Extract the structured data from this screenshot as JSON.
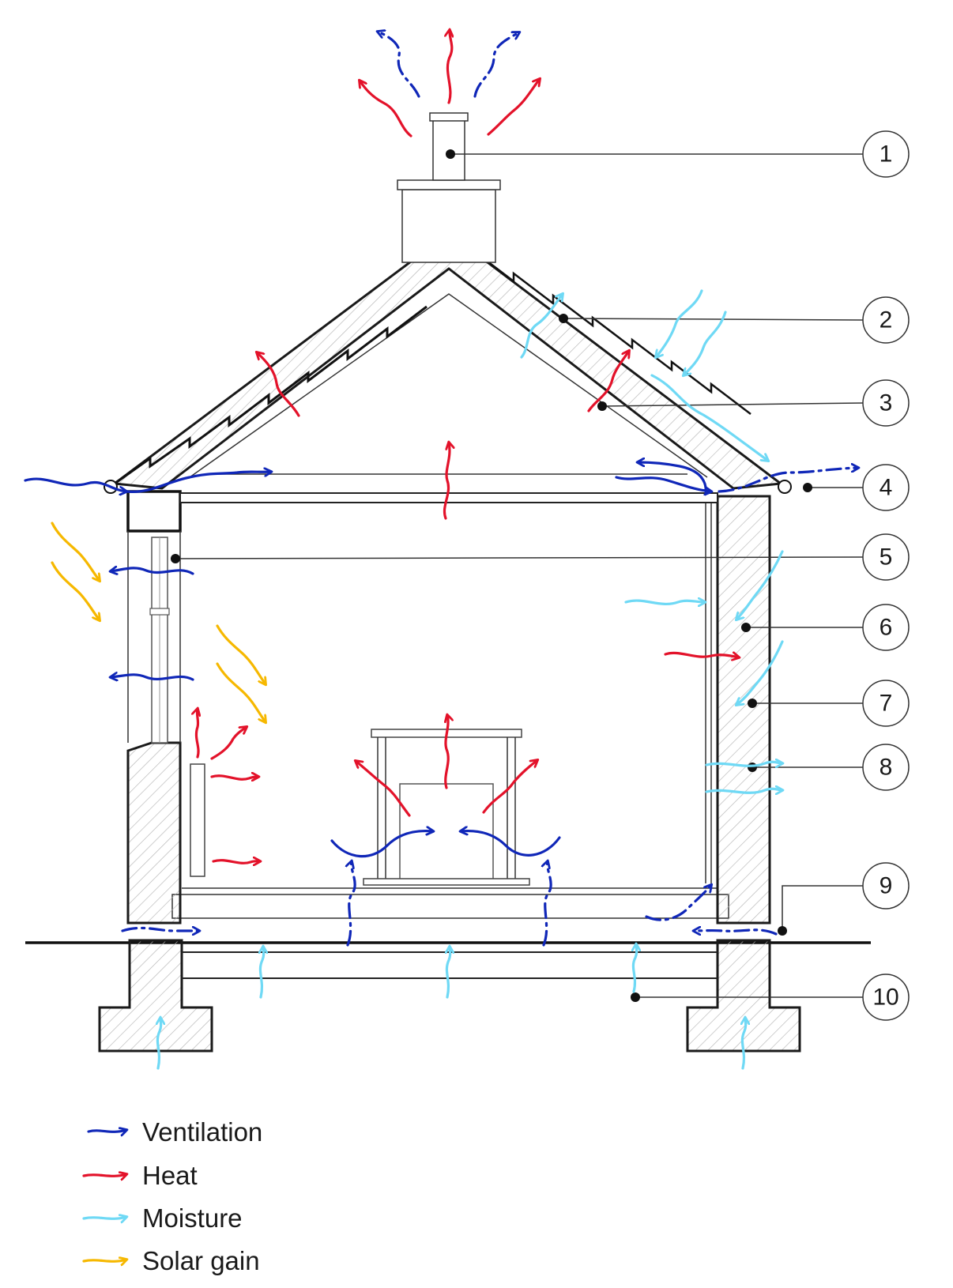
{
  "colors": {
    "ventilation": "#1027b8",
    "heat": "#e3122a",
    "moisture": "#6fd9f5",
    "solar_gain": "#f6b800",
    "structure": "#1a1a1a"
  },
  "callouts": [
    "1",
    "2",
    "3",
    "4",
    "5",
    "6",
    "7",
    "8",
    "9",
    "10"
  ],
  "legend": [
    {
      "key": "ventilation",
      "label": "Ventilation"
    },
    {
      "key": "heat",
      "label": "Heat"
    },
    {
      "key": "moisture",
      "label": "Moisture"
    },
    {
      "key": "solar_gain",
      "label": "Solar gain"
    }
  ]
}
